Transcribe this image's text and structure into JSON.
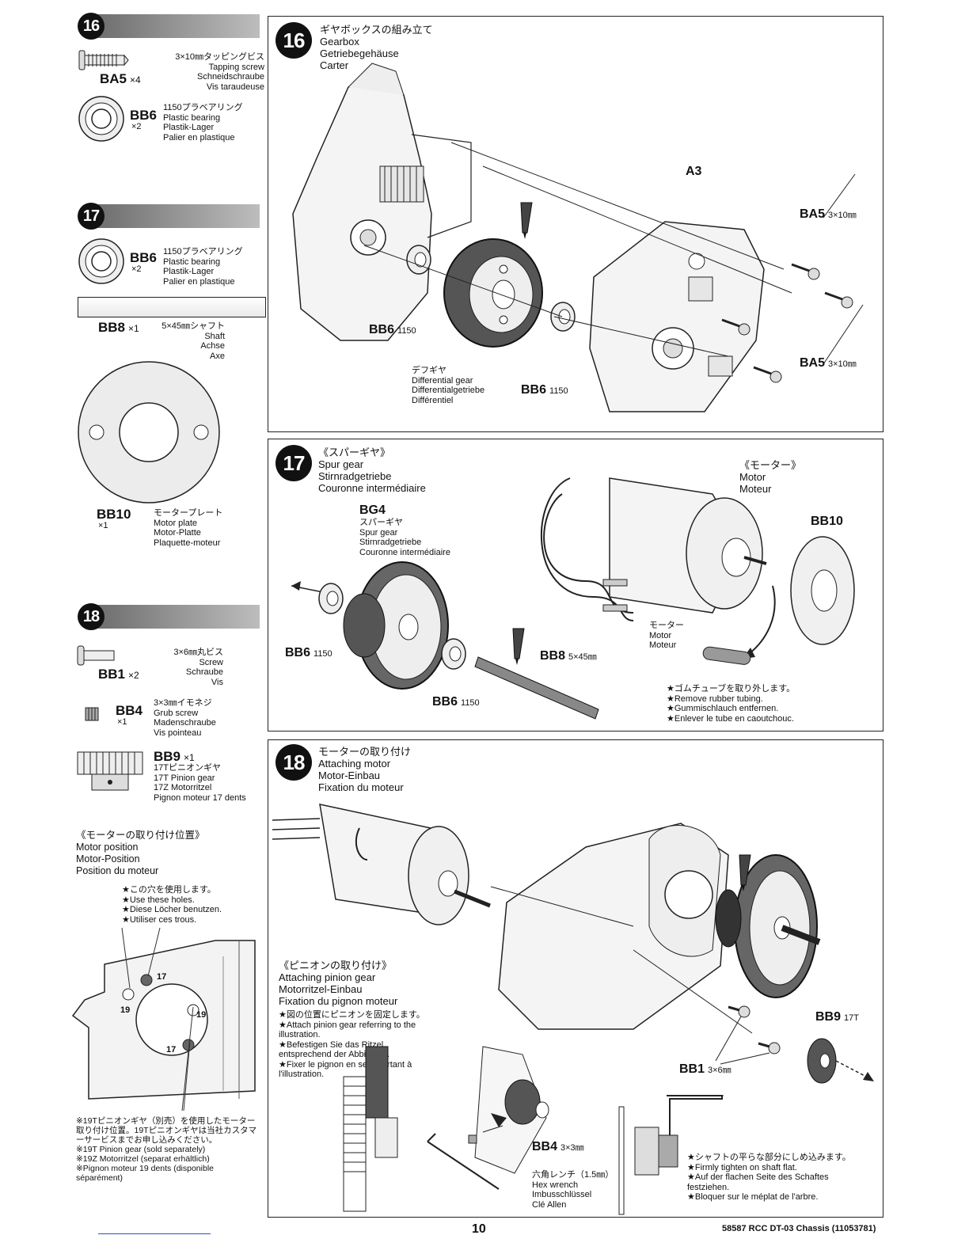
{
  "left": {
    "step16": {
      "num": "16",
      "screw": {
        "code": "BA5",
        "qty": "×4",
        "desc": "3×10㎜タッピングビス\nTapping screw\nSchneidschraube\nVis taraudeuse"
      },
      "bearing": {
        "code": "BB6",
        "qty": "×2",
        "desc": "1150プラベアリング\nPlastic bearing\nPlastik-Lager\nPalier en plastique"
      }
    },
    "step17": {
      "num": "17",
      "bearing": {
        "code": "BB6",
        "qty": "×2",
        "desc": "1150プラベアリング\nPlastic bearing\nPlastik-Lager\nPalier en plastique"
      },
      "shaft": {
        "code": "BB8",
        "qty": "×1",
        "desc": "5×45㎜シャフト\nShaft\nAchse\nAxe"
      },
      "plate": {
        "code": "BB10",
        "qty": "×1",
        "desc": "モータープレート\nMotor plate\nMotor-Platte\nPlaquette-moteur"
      }
    },
    "step18": {
      "num": "18",
      "screw": {
        "code": "BB1",
        "qty": "×2",
        "desc": "3×6㎜丸ビス\nScrew\nSchraube\nVis"
      },
      "grub": {
        "code": "BB4",
        "qty": "×1",
        "desc": "3×3㎜イモネジ\nGrub screw\nMadenschraube\nVis pointeau"
      },
      "pinion": {
        "code": "BB9",
        "qty": "×1",
        "desc": "17Tピニオンギヤ\n17T Pinion gear\n17Z Motorritzel\nPignon moteur 17 dents"
      }
    },
    "motor_position": {
      "title": "《モーターの取り付け位置》\nMotor position\nMotor-Position\nPosition du moteur",
      "note": "★この穴を使用します。\n★Use these holes.\n★Diese Löcher benutzen.\n★Utiliser ces trous.",
      "holes": [
        "17",
        "19",
        "19",
        "17"
      ],
      "footnote": "※19Tピニオンギヤ（別売）を使用したモーター取り付け位置。19Tピニオンギヤは当社カスタマーサービスまでお申し込みください。\n※19T Pinion gear (sold separately)\n※19Z Motorritzel (separat erhältlich)\n※Pignon moteur 19 dents (disponible séparément)"
    }
  },
  "panel16": {
    "num": "16",
    "title": "ギヤボックスの組み立て\nGearbox\nGetriebegehäuse\nCarter",
    "labels": {
      "a3": "A3",
      "ba5_top": "BA5",
      "ba5_top_size": "3×10㎜",
      "ba5_bot": "BA5",
      "ba5_bot_size": "3×10㎜",
      "bb6_left": "BB6",
      "bb6_left_size": "1150",
      "bb6_right": "BB6",
      "bb6_right_size": "1150"
    },
    "diff": "デフギヤ\nDifferential gear\nDifferentialgetriebe\nDifférentiel"
  },
  "panel17": {
    "num": "17",
    "title": "《スパーギヤ》\nSpur gear\nStirnradgetriebe\nCouronne intermédiaire",
    "motor_title": "《モーター》\nMotor\nMoteur",
    "bg4_code": "BG4",
    "bg4": "スパーギヤ\nSpur gear\nStirnradgetriebe\nCouronne intermédiaire",
    "bb10": "BB10",
    "motor_label": "モーター\nMotor\nMoteur",
    "bb6_left": "BB6",
    "bb6_left_size": "1150",
    "bb6_bot": "BB6",
    "bb6_bot_size": "1150",
    "bb8": "BB8",
    "bb8_size": "5×45㎜",
    "note": "★ゴムチューブを取り外します。\n★Remove rubber tubing.\n★Gummischlauch entfernen.\n★Enlever le tube en caoutchouc."
  },
  "panel18": {
    "num": "18",
    "title": "モーターの取り付け\nAttaching motor\nMotor-Einbau\nFixation du moteur",
    "pinion_title": "《ピニオンの取り付け》\nAttaching pinion gear\nMotorritzel-Einbau\nFixation du pignon moteur",
    "pinion_note": "★図の位置にピニオンを固定します。\n★Attach pinion gear referring to the illustration.\n★Befestigen Sie das Ritzel entsprechend der Abbildung.\n★Fixer le pignon en se reportant à l'illustration.",
    "bb9": "BB9",
    "bb9_size": "17T",
    "bb1": "BB1",
    "bb1_size": "3×6㎜",
    "bb4": "BB4",
    "bb4_size": "3×3㎜",
    "wrench": "六角レンチ（1.5㎜）\nHex wrench\nImbusschlüssel\nClé Allen",
    "shaft_note": "★シャフトの平らな部分にしめ込みます。\n★Firmly tighten on shaft flat.\n★Auf der flachen Seite des Schaftes festziehen.\n★Bloquer sur le méplat de l'arbre."
  },
  "footer": {
    "page": "10",
    "product": "58587 RCC DT-03 Chassis (11053781)"
  }
}
